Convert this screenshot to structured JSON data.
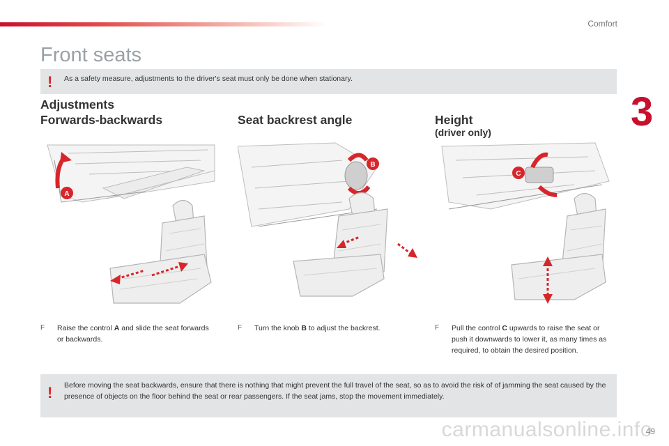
{
  "header": {
    "section": "Comfort",
    "chapter_number": "3"
  },
  "page_title": "Front seats",
  "warning_top": {
    "icon": "exclamation-icon",
    "mark": "!",
    "text": "As a safety measure, adjustments to the driver's seat must only be done when stationary."
  },
  "heading_adjustments": "Adjustments",
  "columns": [
    {
      "heading": "Forwards-backwards",
      "subheading": "",
      "callout": "A",
      "bullet": "F",
      "instr_pre": "Raise the control ",
      "instr_key": "A",
      "instr_post": " and slide the seat forwards or backwards."
    },
    {
      "heading": "Seat backrest angle",
      "subheading": "",
      "callout": "B",
      "bullet": "F",
      "instr_pre": "Turn the knob ",
      "instr_key": "B",
      "instr_post": " to adjust the backrest."
    },
    {
      "heading": "Height",
      "subheading": "(driver only)",
      "callout": "C",
      "bullet": "F",
      "instr_pre": "Pull the control ",
      "instr_key": "C",
      "instr_post": " upwards to raise the seat or push it downwards to lower it, as many times as required, to obtain the desired position."
    }
  ],
  "warning_bottom": {
    "icon": "exclamation-icon",
    "mark": "!",
    "text": "Before moving the seat backwards, ensure that there is nothing that might prevent the full travel of the seat, so as to avoid the risk of of jamming the seat caused by the presence of objects on the floor behind the seat or rear passengers. If the seat jams, stop the movement immediately."
  },
  "footer": {
    "page_number": "49",
    "watermark": "carmanualsonline.info"
  },
  "colors": {
    "accent": "#c8102e",
    "warning_bg": "#e3e4e5",
    "title_gray": "#9aa1a6",
    "arrow_red": "#d7262b"
  }
}
